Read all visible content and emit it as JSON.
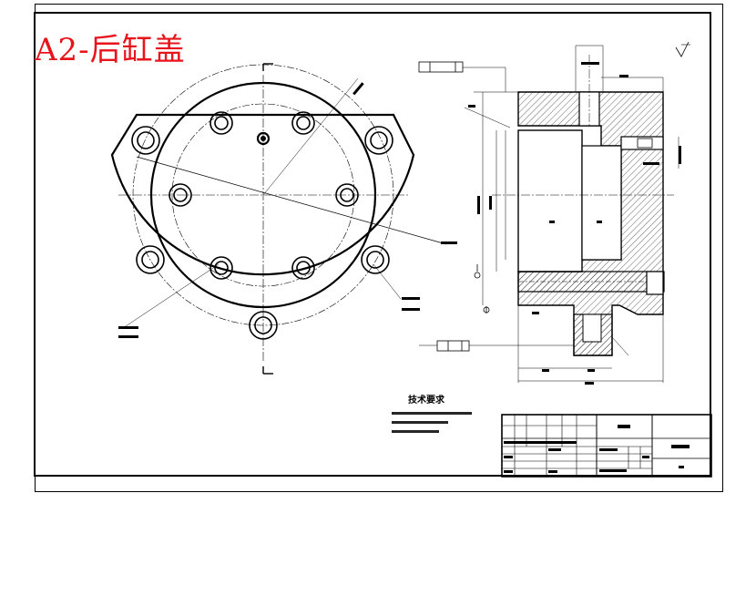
{
  "drawing": {
    "title": "A2-后缸盖",
    "tech_requirements_title": "技术要求",
    "tech_requirements_lines": [
      "1.",
      "2.",
      "3."
    ]
  }
}
